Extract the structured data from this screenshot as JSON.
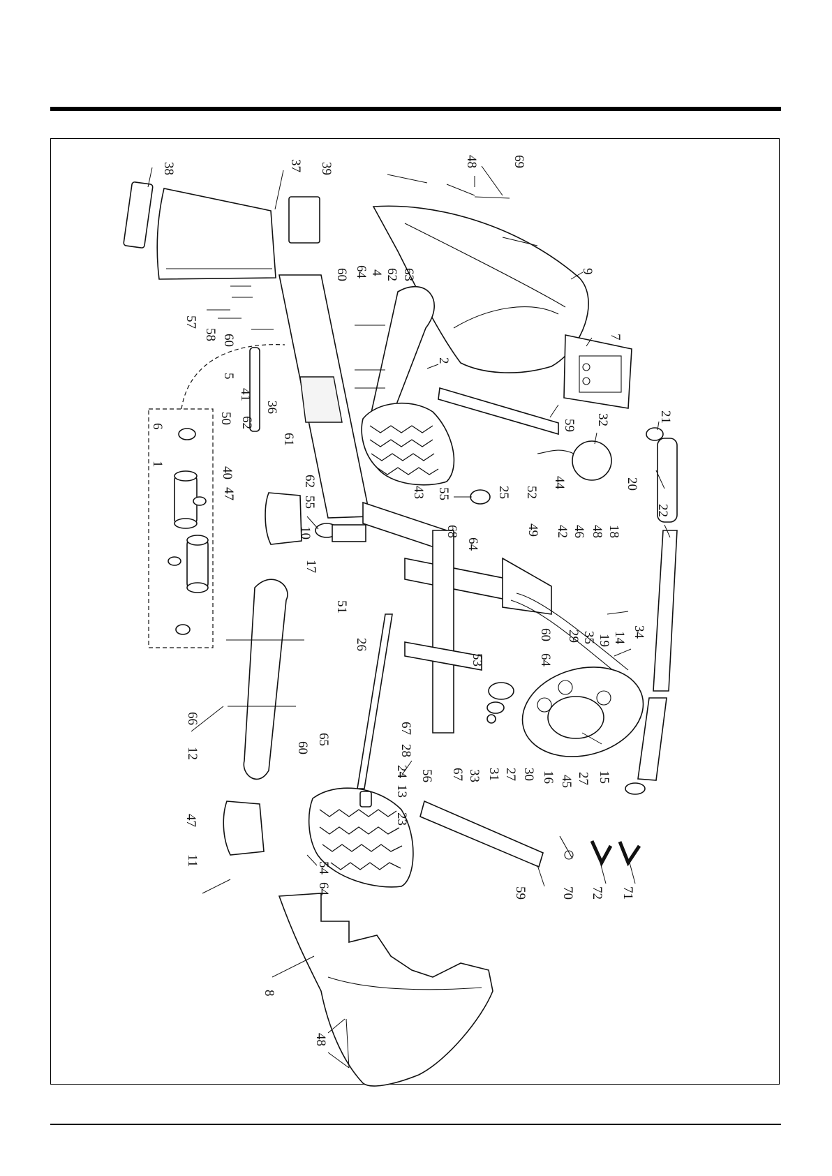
{
  "figure": {
    "callouts": [
      {
        "id": "c38",
        "text": "38"
      },
      {
        "id": "c37",
        "text": "37"
      },
      {
        "id": "c39",
        "text": "39"
      },
      {
        "id": "c48a",
        "text": "48"
      },
      {
        "id": "c69",
        "text": "69"
      },
      {
        "id": "c60a",
        "text": "60"
      },
      {
        "id": "c64a",
        "text": "64"
      },
      {
        "id": "c4",
        "text": "4"
      },
      {
        "id": "c62a",
        "text": "62"
      },
      {
        "id": "c63",
        "text": "63"
      },
      {
        "id": "c9",
        "text": "9"
      },
      {
        "id": "c57",
        "text": "57"
      },
      {
        "id": "c58",
        "text": "58"
      },
      {
        "id": "c60b",
        "text": "60"
      },
      {
        "id": "c2",
        "text": "2"
      },
      {
        "id": "c7",
        "text": "7"
      },
      {
        "id": "c6",
        "text": "6"
      },
      {
        "id": "c5",
        "text": "5"
      },
      {
        "id": "c41",
        "text": "41"
      },
      {
        "id": "c50",
        "text": "50"
      },
      {
        "id": "c62b",
        "text": "62"
      },
      {
        "id": "c36",
        "text": "36"
      },
      {
        "id": "c59a",
        "text": "59"
      },
      {
        "id": "c32",
        "text": "32"
      },
      {
        "id": "c21",
        "text": "21"
      },
      {
        "id": "c1",
        "text": "1"
      },
      {
        "id": "c61",
        "text": "61"
      },
      {
        "id": "c40",
        "text": "40"
      },
      {
        "id": "c47a",
        "text": "47"
      },
      {
        "id": "c62c",
        "text": "62"
      },
      {
        "id": "c55a",
        "text": "55"
      },
      {
        "id": "c25",
        "text": "25"
      },
      {
        "id": "c52",
        "text": "52"
      },
      {
        "id": "c44",
        "text": "44"
      },
      {
        "id": "c20",
        "text": "20"
      },
      {
        "id": "c22",
        "text": "22"
      },
      {
        "id": "c43",
        "text": "43"
      },
      {
        "id": "c55b",
        "text": "55"
      },
      {
        "id": "c68",
        "text": "68"
      },
      {
        "id": "c64b",
        "text": "64"
      },
      {
        "id": "c42",
        "text": "42"
      },
      {
        "id": "c46",
        "text": "46"
      },
      {
        "id": "c48b",
        "text": "48"
      },
      {
        "id": "c18",
        "text": "18"
      },
      {
        "id": "c49",
        "text": "49"
      },
      {
        "id": "c10",
        "text": "10"
      },
      {
        "id": "c17",
        "text": "17"
      },
      {
        "id": "c51",
        "text": "51"
      },
      {
        "id": "c26",
        "text": "26"
      },
      {
        "id": "c60c",
        "text": "60"
      },
      {
        "id": "c64c",
        "text": "64"
      },
      {
        "id": "c29",
        "text": "29"
      },
      {
        "id": "c35",
        "text": "35"
      },
      {
        "id": "c19",
        "text": "19"
      },
      {
        "id": "c34",
        "text": "34"
      },
      {
        "id": "c14",
        "text": "14"
      },
      {
        "id": "c53",
        "text": "53"
      },
      {
        "id": "c66",
        "text": "66"
      },
      {
        "id": "c12",
        "text": "12"
      },
      {
        "id": "c60d",
        "text": "60"
      },
      {
        "id": "c65",
        "text": "65"
      },
      {
        "id": "c67a",
        "text": "67"
      },
      {
        "id": "c28",
        "text": "28"
      },
      {
        "id": "c24",
        "text": "24"
      },
      {
        "id": "c56",
        "text": "56"
      },
      {
        "id": "c67b",
        "text": "67"
      },
      {
        "id": "c33",
        "text": "33"
      },
      {
        "id": "c31",
        "text": "31"
      },
      {
        "id": "c27a",
        "text": "27"
      },
      {
        "id": "c30",
        "text": "30"
      },
      {
        "id": "c16",
        "text": "16"
      },
      {
        "id": "c45",
        "text": "45"
      },
      {
        "id": "c27b",
        "text": "27"
      },
      {
        "id": "c15",
        "text": "15"
      },
      {
        "id": "c13",
        "text": "13"
      },
      {
        "id": "c23",
        "text": "23"
      },
      {
        "id": "c47b",
        "text": "47"
      },
      {
        "id": "c11",
        "text": "11"
      },
      {
        "id": "c54",
        "text": "54"
      },
      {
        "id": "c64d",
        "text": "64"
      },
      {
        "id": "c59b",
        "text": "59"
      },
      {
        "id": "c70",
        "text": "70"
      },
      {
        "id": "c72",
        "text": "72"
      },
      {
        "id": "c71",
        "text": "71"
      },
      {
        "id": "c8",
        "text": "8"
      },
      {
        "id": "c48c",
        "text": "48"
      }
    ]
  }
}
